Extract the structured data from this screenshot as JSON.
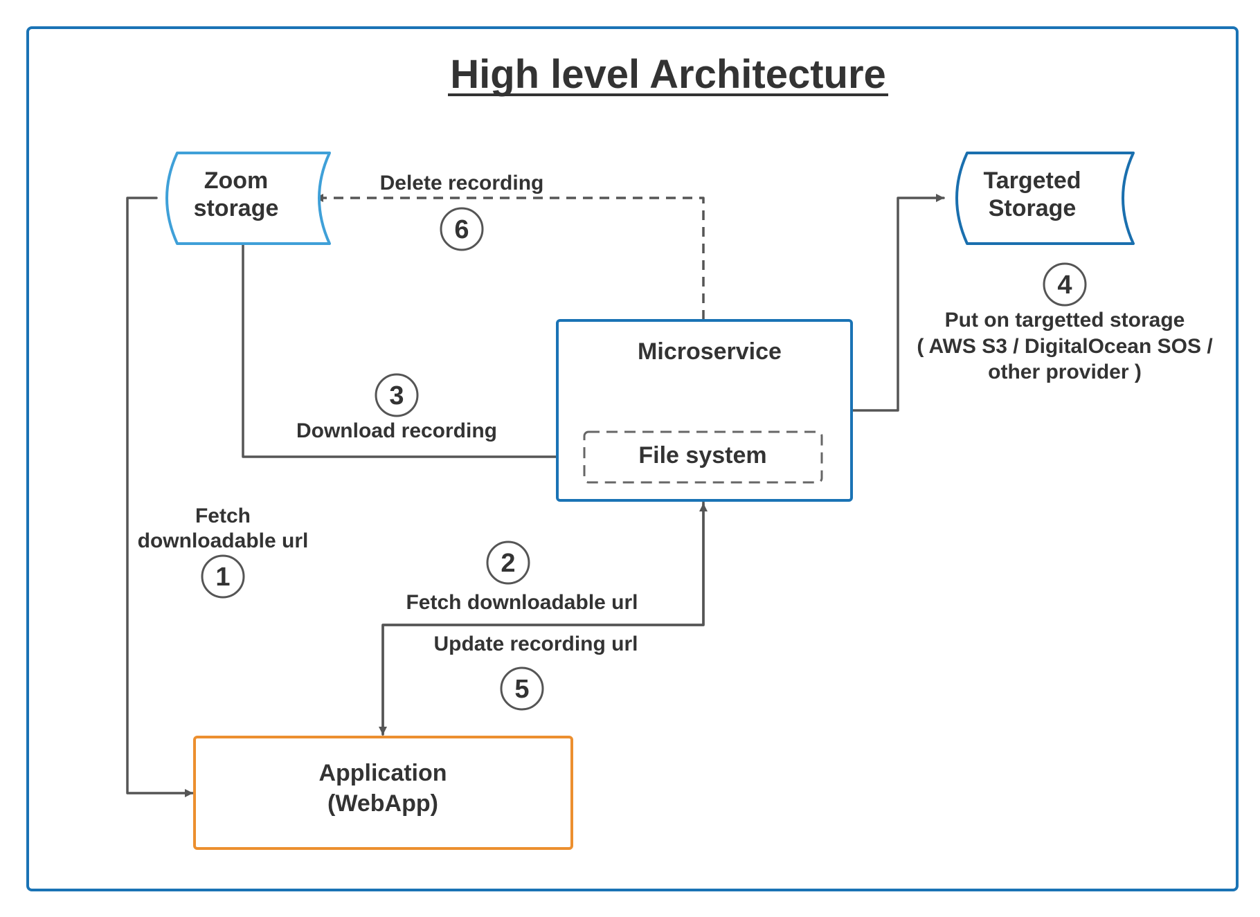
{
  "title": "High level Architecture",
  "colors": {
    "frame": "#1a73b5",
    "zoom_storage": "#3fa0d8",
    "targeted_storage": "#1a6fae",
    "microservice": "#1a73b5",
    "application": "#ec8f2f",
    "connector": "#555555",
    "text": "#333333"
  },
  "nodes": {
    "zoom_storage": {
      "line1": "Zoom",
      "line2": "storage",
      "shape": "storage-cylinder"
    },
    "targeted_storage": {
      "line1": "Targeted",
      "line2": "Storage",
      "shape": "storage-cylinder"
    },
    "microservice": {
      "label": "Microservice"
    },
    "file_system": {
      "label": "File system"
    },
    "application": {
      "line1": "Application",
      "line2": "(WebApp)"
    }
  },
  "steps": [
    {
      "number": "1",
      "lines": [
        "Fetch",
        "downloadable url"
      ]
    },
    {
      "number": "2",
      "lines": [
        "Fetch downloadable url"
      ]
    },
    {
      "number": "3",
      "lines": [
        "Download recording"
      ]
    },
    {
      "number": "4",
      "lines": [
        "Put on targetted storage",
        "( AWS S3 / DigitalOcean SOS /",
        "other provider )"
      ]
    },
    {
      "number": "5",
      "lines": [
        "Update recording url"
      ]
    },
    {
      "number": "6",
      "lines": [
        "Delete recording"
      ]
    }
  ]
}
